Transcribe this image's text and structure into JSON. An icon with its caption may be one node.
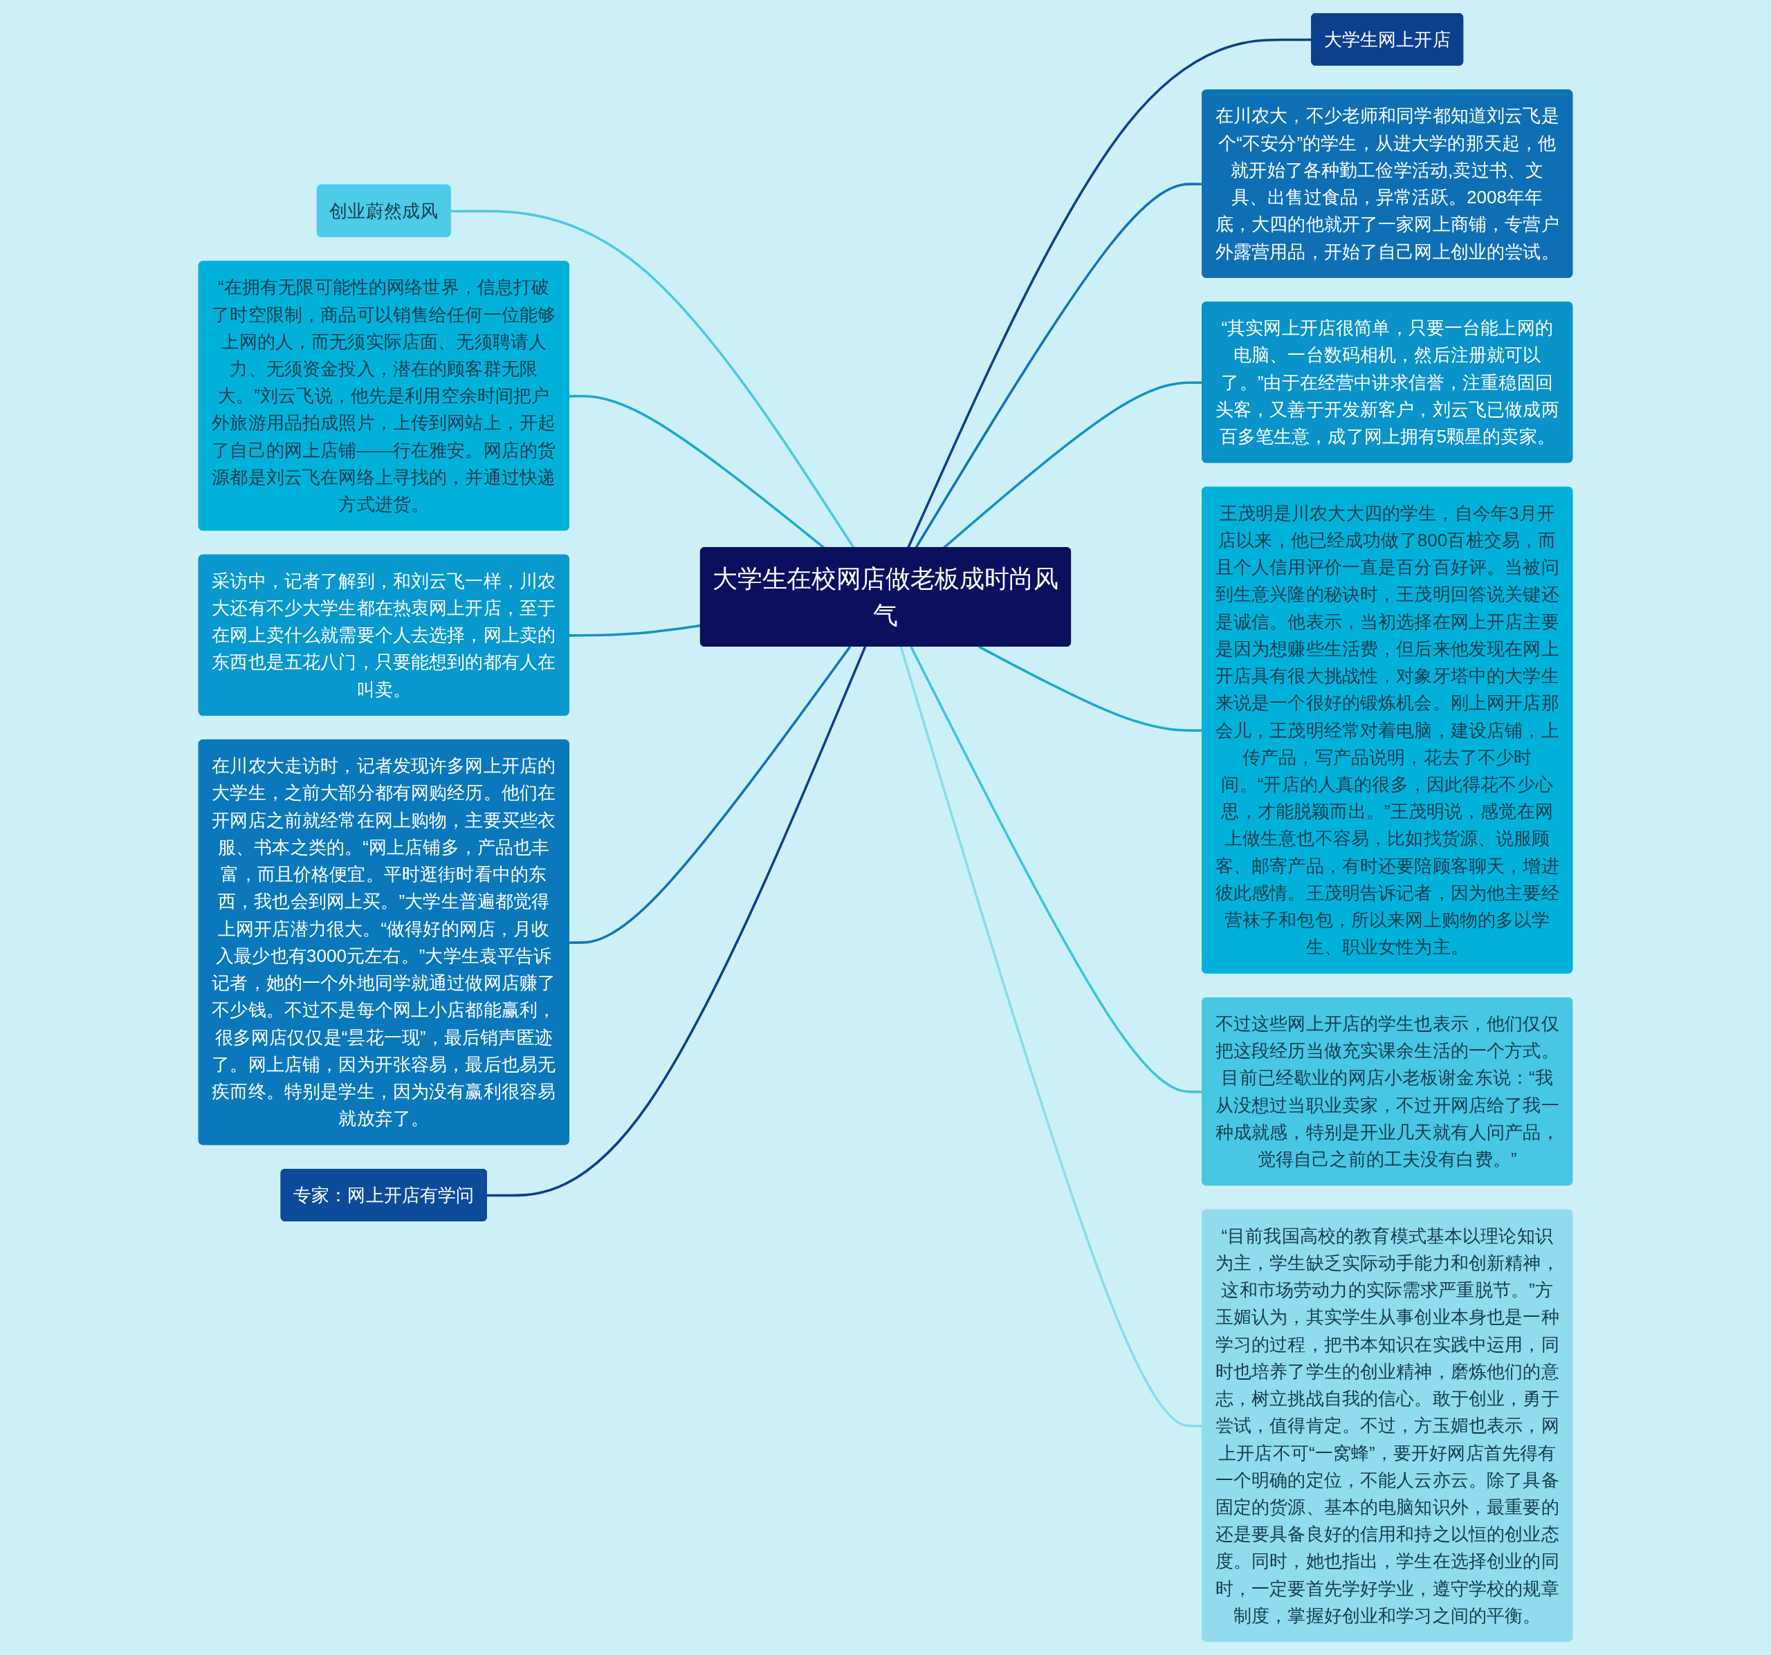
{
  "diagram": {
    "nodes": [
      {
        "text": [
          "大学生在校网店做老板成时尚风气"
        ]
      },
      {
        "text": [
          "大学生网上开店"
        ]
      },
      {
        "text": [
          "在川农大，不少老师和同学都知道刘云飞是个“不安分”的学生，从进大学的那天起，他就开始了各种勤工俭学活动,卖过书、文具、出售过食品，异常活跃。2008年年底，大四的他就开了一家网上商铺，专营户外露营用品，开始了自己网上创业的尝试。"
        ]
      },
      {
        "text": [
          "“其实网上开店很简单，只要一台能上网的电脑、一台数码相机，然后注册就可以了。”由于在经营中讲求信誉，注重稳固回头客，又善于开发新客户，刘云飞已做成两百多笔生意，成了网上拥有5颗星的卖家。"
        ]
      },
      {
        "text": [
          "王茂明是川农大大四的学生，自今年3月开店以来，他已经成功做了800百桩交易，而且个人信用评价一直是百分百好评。当被问到生意兴隆的秘诀时，王茂明回答说关键还是诚信。他表示，当初选择在网上开店主要是因为想赚些生活费，但后来他发现在网上开店具有很大挑战性，对象牙塔中的大学生来说是一个很好的锻炼机会。刚上网开店那会儿，王茂明经常对着电脑，建设店铺，上传产品，写产品说明，花去了不少时间。“开店的人真的很多，因此得花不少心思，才能脱颖而出。”王茂明说，感觉在网上做生意也不容易，比如找货源、说服顾客、邮寄产品，有时还要陪顾客聊天，增进彼此感情。王茂明告诉记者，因为他主要经营袜子和包包，所以来网上购物的多以学生、职业女性为主。"
        ]
      },
      {
        "text": [
          "不过这些网上开店的学生也表示，他们仅仅把这段经历当做充实课余生活的一个方式。目前已经歇业的网店小老板谢金东说：“我从没想过当职业卖家，不过开网店给了我一种成就感，特别是开业几天就有人问产品，觉得自己之前的工夫没有白费。”"
        ]
      },
      {
        "text": [
          "“目前我国高校的教育模式基本以理论知识为主，学生缺乏实际动手能力和创新精神，这和市场劳动力的实际需求严重脱节。”方玉媚认为，其实学生从事创业本身也是一种学习的过程，把书本知识在实践中运用，同时也培养了学生的创业精神，磨炼他们的意志，树立挑战自我的信心。敢于创业，勇于尝试，值得肯定。不过，方玉媚也表示，网上开店不可“一窝蜂”，要开好网店首先得有一个明确的定位，不能人云亦云。除了具备固定的货源、基本的电脑知识外，最重要的还是要具备良好的信用和持之以恒的创业态度。同时，她也指出，学生在选择创业的同时，一定要首先学好学业，遵守学校的规章制度，掌握好创业和学习之间的平衡。"
        ]
      },
      {
        "text": [
          "创业蔚然成风"
        ]
      },
      {
        "text": [
          "“在拥有无限可能性的网络世界，信息打破了时空限制，商品可以销售给任何一位能够上网的人，而无须实际店面、无须聘请人力、无须资金投入，潜在的顾客群无限大。”刘云飞说，他先是利用空余时间把户外旅游用品拍成照片，上传到网站上，开起了自己的网上店铺——行在雅安。网店的货源都是刘云飞在网络上寻找的，并通过快递方式进货。"
        ]
      },
      {
        "text": [
          "采访中，记者了解到，和刘云飞一样，川农大还有不少大学生都在热衷网上开店，至于在网上卖什么就需要个人去选择，网上卖的东西也是五花八门，只要能想到的都有人在叫卖。"
        ]
      },
      {
        "text": [
          "在川农大走访时，记者发现许多网上开店的大学生，之前大部分都有网购经历。他们在开网店之前就经常在网上购物，主要买些衣服、书本之类的。“网上店铺多，产品也丰富，而且价格便宜。平时逛街时看中的东西，我也会到网上买。”大学生普遍都觉得上网开店潜力很大。“做得好的网店，月收入最少也有3000元左右。”大学生袁平告诉记者，她的一个外地同学就通过做网店赚了不少钱。不过不是每个网上小店都能赢利，很多网店仅仅是“昙花一现”，最后销声匿迹了。网上店铺，因为开张容易，最后也易无疾而终。特别是学生，因为没有赢利很容易就放弃了。"
        ]
      },
      {
        "text": [
          "专家：网上开店有学问"
        ]
      }
    ],
    "edges": [
      {
        "from": 0,
        "to": 1,
        "arrow": "none",
        "color": "#0d3f8f"
      },
      {
        "from": 0,
        "to": 2,
        "arrow": "none",
        "color": "#1473b8"
      },
      {
        "from": 0,
        "to": 3,
        "arrow": "none",
        "color": "#1690c8"
      },
      {
        "from": 0,
        "to": 4,
        "arrow": "none",
        "color": "#1aa8d2"
      },
      {
        "from": 0,
        "to": 5,
        "arrow": "none",
        "color": "#3fc2df"
      },
      {
        "from": 0,
        "to": 6,
        "arrow": "none",
        "color": "#8cd9ec"
      },
      {
        "from": 0,
        "to": 7,
        "arrow": "none",
        "color": "#4cc8e3"
      },
      {
        "from": 0,
        "to": 8,
        "arrow": "none",
        "color": "#1aa8d2"
      },
      {
        "from": 0,
        "to": 9,
        "arrow": "none",
        "color": "#1690c8"
      },
      {
        "from": 0,
        "to": 10,
        "arrow": "none",
        "color": "#1473b8"
      },
      {
        "from": 0,
        "to": 11,
        "arrow": "none",
        "color": "#0d3f8f"
      }
    ]
  }
}
